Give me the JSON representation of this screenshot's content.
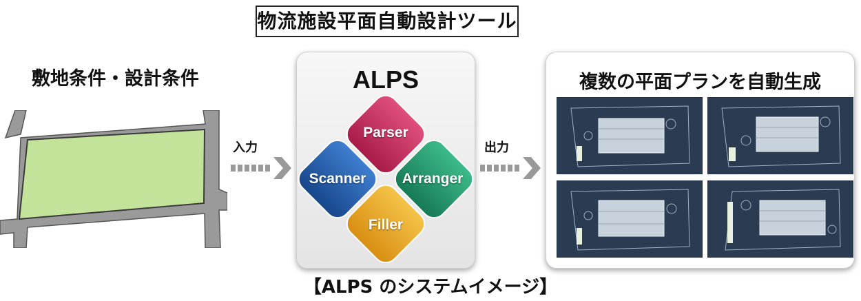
{
  "tool_title": "物流施設平面自動設計ツール",
  "input_title": "敷地条件・設計条件",
  "input_arrow_label": "入力",
  "output_arrow_label": "出力",
  "system": {
    "name": "ALPS",
    "modules": {
      "parser": "Parser",
      "scanner": "Scanner",
      "arranger": "Arranger",
      "filler": "Filler"
    },
    "colors": {
      "parser": "#c0275a",
      "scanner": "#1e5aa8",
      "arranger": "#1f9a6e",
      "filler": "#e6a51f"
    }
  },
  "output_title": "複数の平面プランを自動生成",
  "caption": "【ALPS のシステムイメージ】"
}
